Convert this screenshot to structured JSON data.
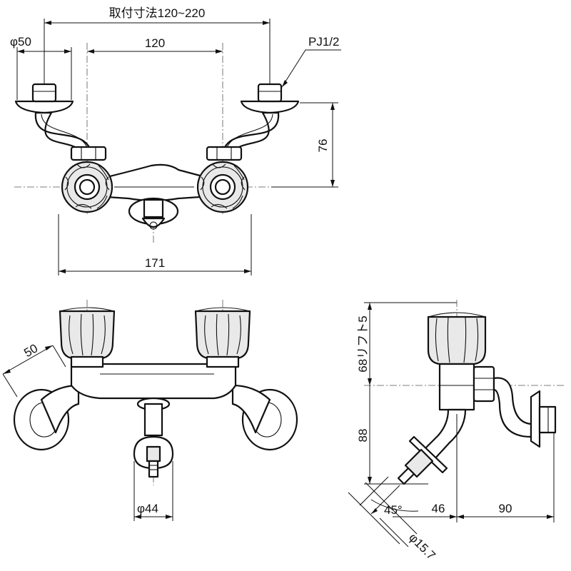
{
  "labels": {
    "mount_range": "取付寸法120~220",
    "inlet_dia": "φ50",
    "center_dist": "120",
    "thread": "PJ1/2",
    "height_76": "76",
    "width_171": "171",
    "side_50": "50",
    "spout_dia": "φ44",
    "lift_68": "68リフト5",
    "height_88": "88",
    "angle_45": "45°",
    "width_46": "46",
    "depth_90": "90",
    "hose_dia": "φ15.7"
  }
}
